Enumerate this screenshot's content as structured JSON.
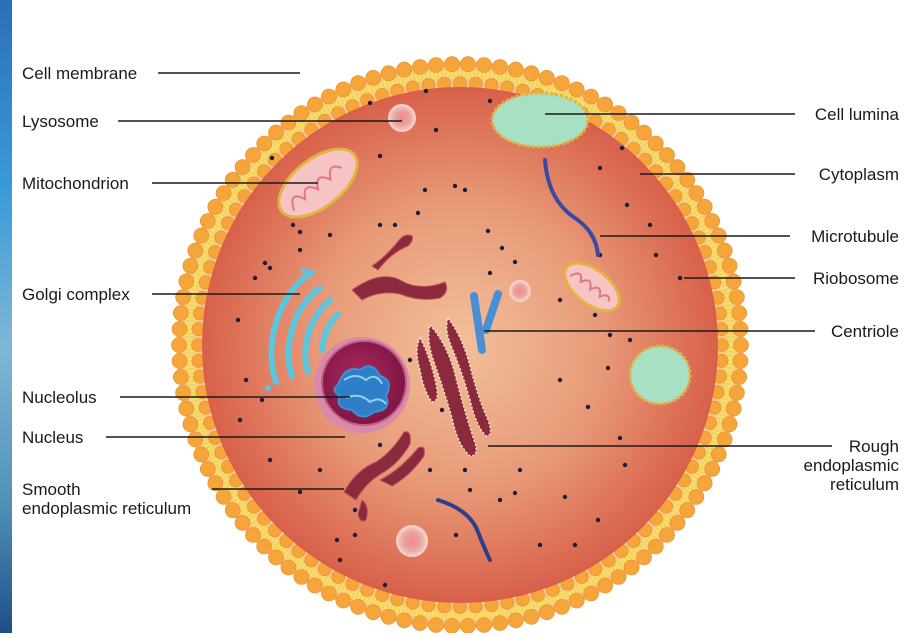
{
  "labels": {
    "cell_membrane": "Cell membrane",
    "lysosome": "Lysosome",
    "mitochondrion": "Mitochondrion",
    "golgi_complex": "Golgi complex",
    "nucleolus": "Nucleolus",
    "nucleus": "Nucleus",
    "smooth_er": [
      "Smooth",
      "endoplasmic reticulum"
    ],
    "cell_lumina": "Cell lumina",
    "cytoplasm": "Cytoplasm",
    "microtubule": "Microtubule",
    "ribosome": "Riobosome",
    "centriole": "Centriole",
    "rough_er": [
      "Rough",
      "endoplasmic",
      "reticulum"
    ]
  },
  "colors": {
    "membrane_bead": "#f6a53a",
    "membrane_core": "#f3e64a",
    "cytoplasm_center": "#f2c09a",
    "cytoplasm_edge": "#d8604a",
    "mitochondrion": "#f6c4c4",
    "golgi": "#5cc6de",
    "nucleus": "#9a1d4f",
    "nucleolus": "#3e8fd6",
    "er": "#8a2a3c",
    "vacuole": "#a8e0c4",
    "microtubule": "#2c3f8a",
    "centriole": "#4a8fd6"
  }
}
